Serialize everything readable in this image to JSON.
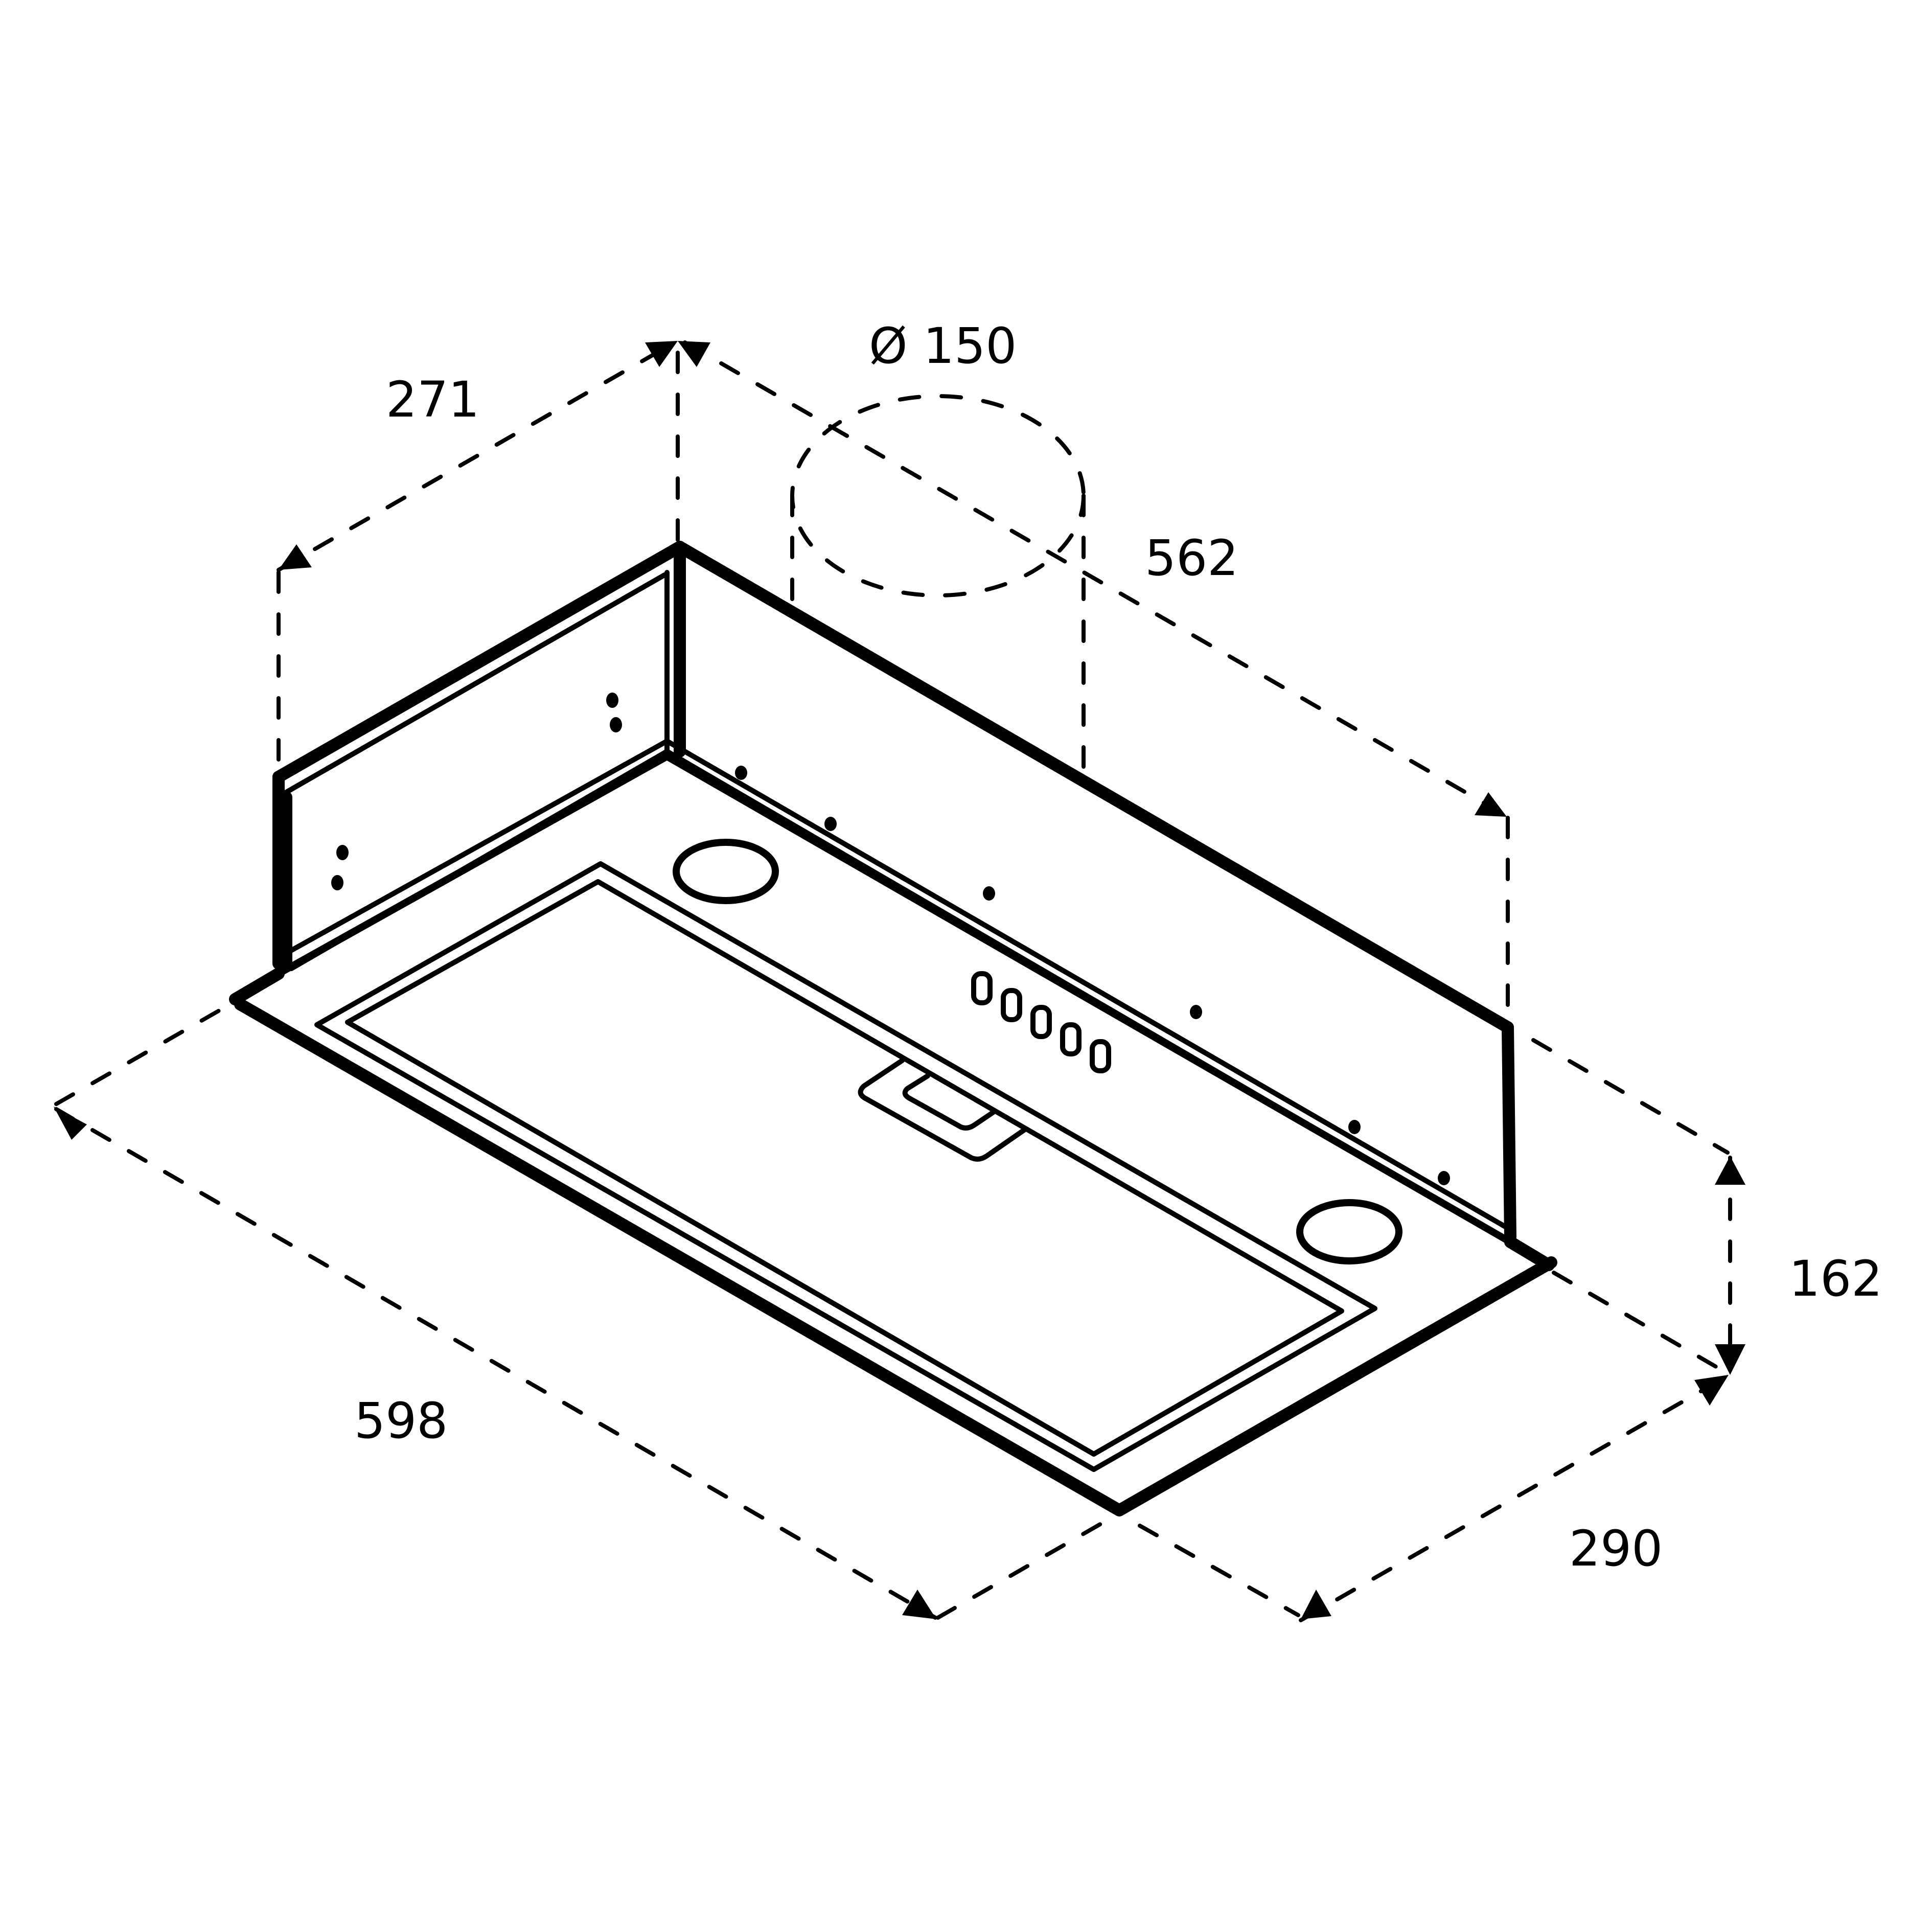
{
  "diagram": {
    "subject": "built-in cooker hood (canopy extractor) dimension drawing",
    "line_color": "#000000",
    "background": "#ffffff"
  },
  "dimensions": {
    "duct_diameter": {
      "symbol": "Ø",
      "value": "150",
      "label": "Ø 150"
    },
    "depth_top": {
      "value": "271",
      "label": "271"
    },
    "width_top": {
      "value": "562",
      "label": "562"
    },
    "height": {
      "value": "162",
      "label": "162"
    },
    "width_bottom": {
      "value": "598",
      "label": "598"
    },
    "depth_bottom": {
      "value": "290",
      "label": "290"
    }
  },
  "features": {
    "light_count": 2,
    "control_button_count": 5,
    "filter_handle_count": 1,
    "grease_filter_count": 1
  }
}
